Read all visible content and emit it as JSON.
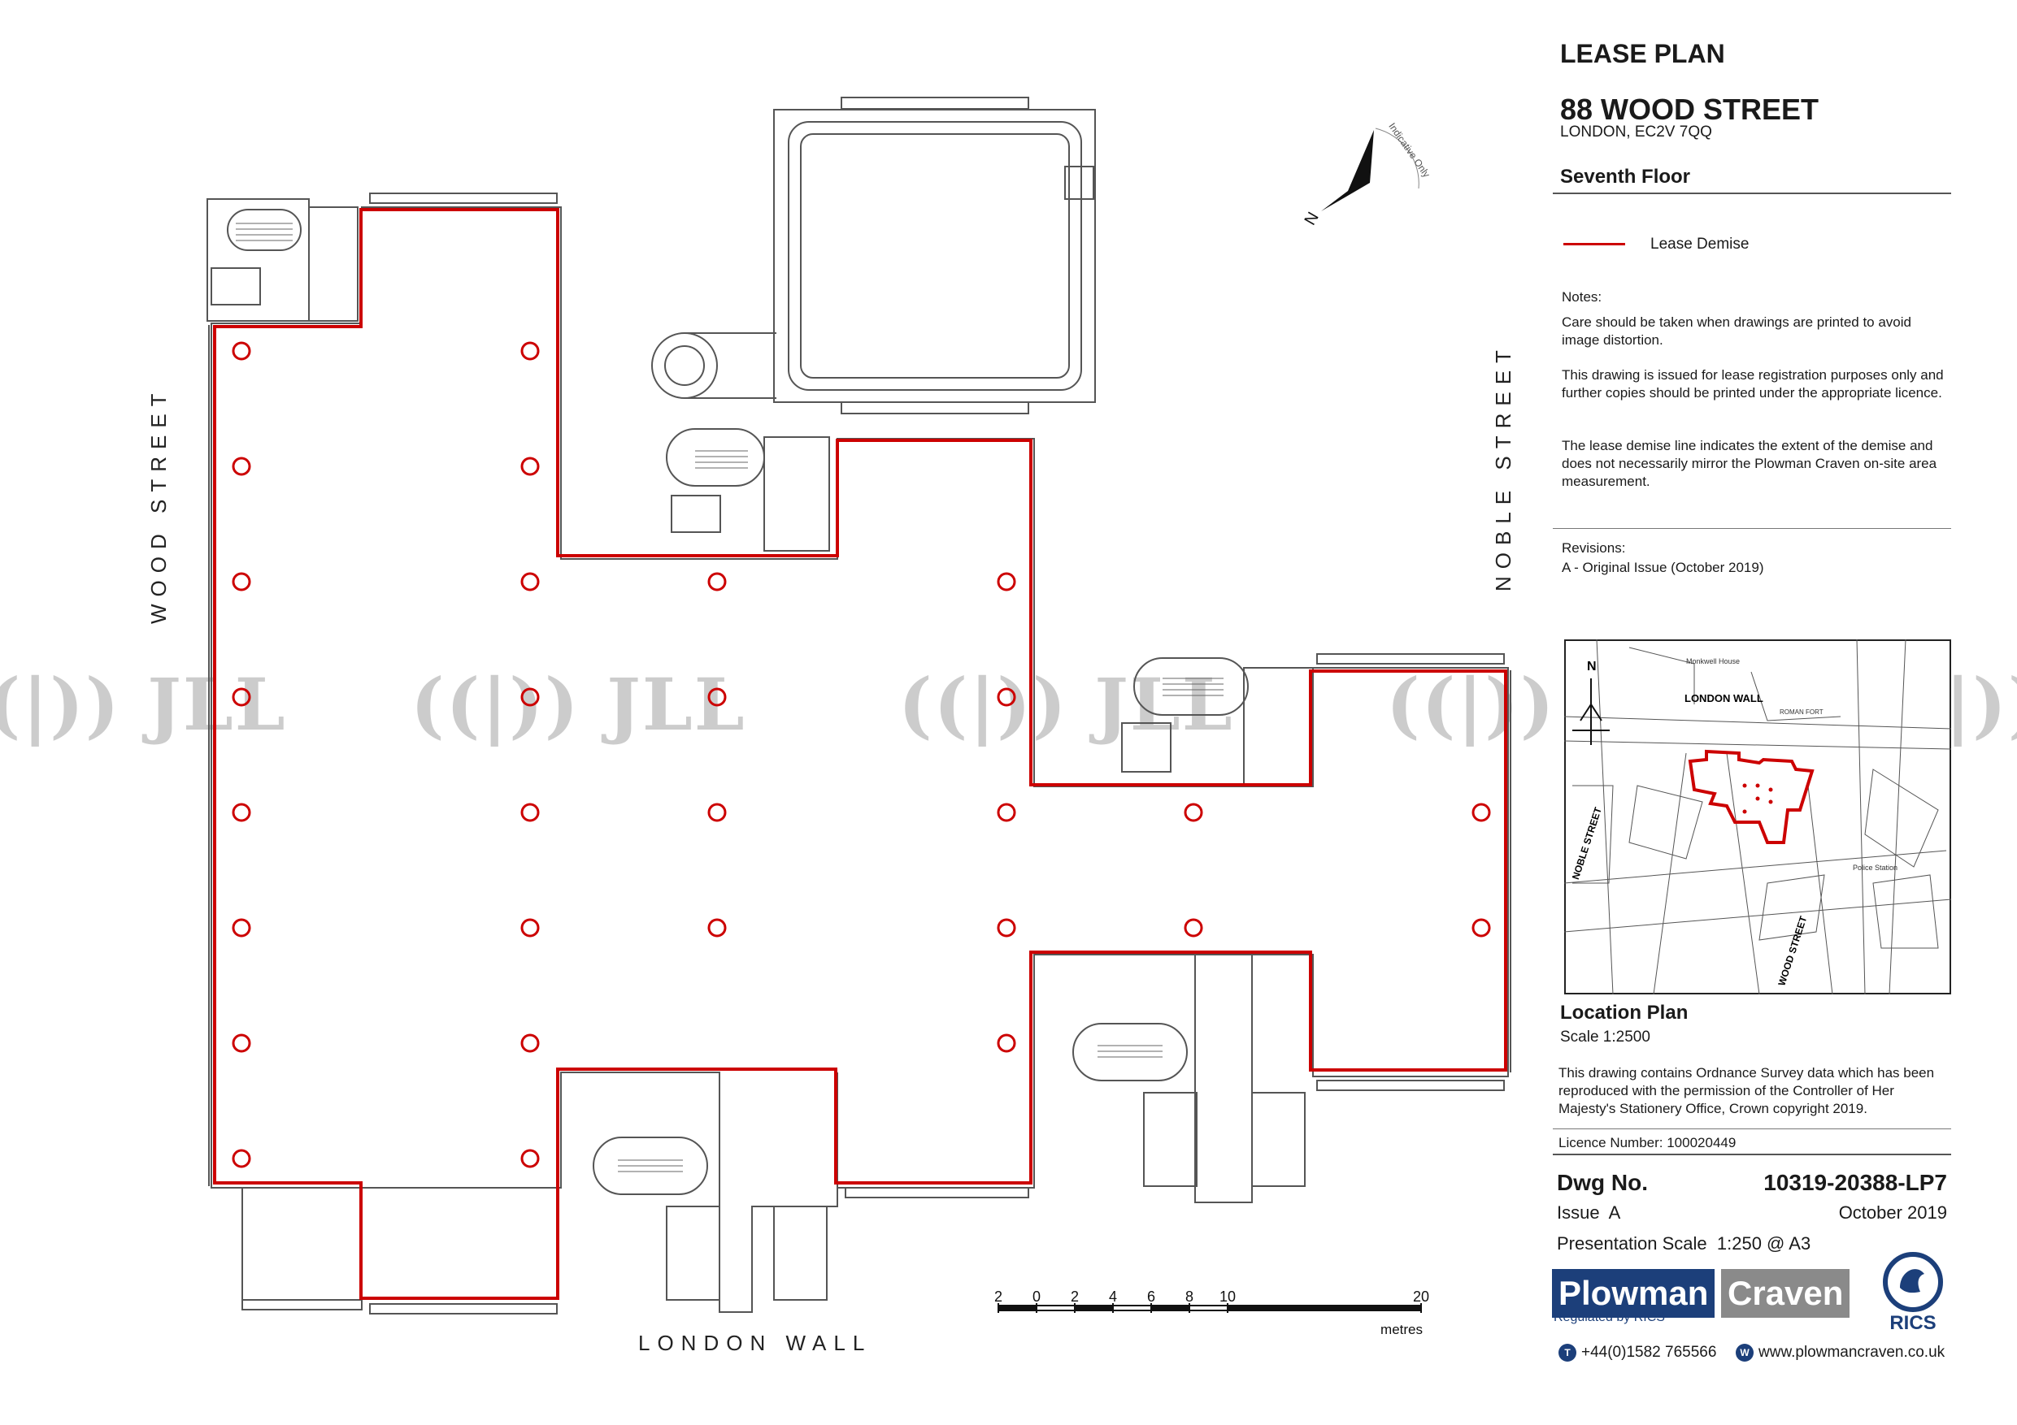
{
  "title": "LEASE PLAN",
  "building": "88 WOOD STREET",
  "address": "LONDON, EC2V 7QQ",
  "floor": "Seventh Floor",
  "north_label": "N",
  "north_note": "Indicative Only",
  "legend": {
    "label": "Lease Demise",
    "color": "#cc0000"
  },
  "notes": {
    "heading": "Notes:",
    "items": [
      "Care should be taken when drawings are printed to avoid image distortion.",
      "This drawing is issued for lease registration purposes only and further copies should be printed under the appropriate licence.",
      "The lease demise line indicates the extent of the demise and does not necessarily mirror the Plowman Craven on-site area measurement."
    ]
  },
  "revisions": {
    "heading": "Revisions:",
    "items": [
      "A - Original Issue (October 2019)"
    ]
  },
  "location_plan": {
    "title": "Location Plan",
    "scale": "Scale 1:2500",
    "north": "N",
    "labels": [
      "LONDON WALL",
      "NOBLE STREET",
      "WOOD STREET",
      "Monkwell House",
      "ROMAN FORT",
      "Police Station"
    ]
  },
  "os_notice": "This drawing contains Ordnance Survey data which has been reproduced with the permission of the Controller of Her Majesty's Stationery Office, Crown copyright 2019.",
  "licence": "Licence Number: 100020449",
  "dwg_label": "Dwg No.",
  "dwg_number": "10319-20388-LP7",
  "issue": "Issue  A",
  "date": "October 2019",
  "presentation_scale": "Presentation Scale  1:250 @ A3",
  "company": {
    "word1": "Plowman",
    "word2": "Craven",
    "tagline": "Regulated by RICS",
    "rics": "RICS",
    "color1": "#1c3f7a",
    "color2": "#8a8a8a"
  },
  "phone_icon": "T",
  "phone": "+44(0)1582 765566",
  "web_icon": "W",
  "website": "www.plowmancraven.co.uk",
  "streets": {
    "wood": "WOOD STREET",
    "noble": "NOBLE STREET",
    "london_wall": "LONDON WALL"
  },
  "scale_bar": {
    "ticks": [
      "2",
      "0",
      "2",
      "4",
      "6",
      "8",
      "10",
      "20"
    ],
    "unit": "metres"
  },
  "watermark": "JLL"
}
